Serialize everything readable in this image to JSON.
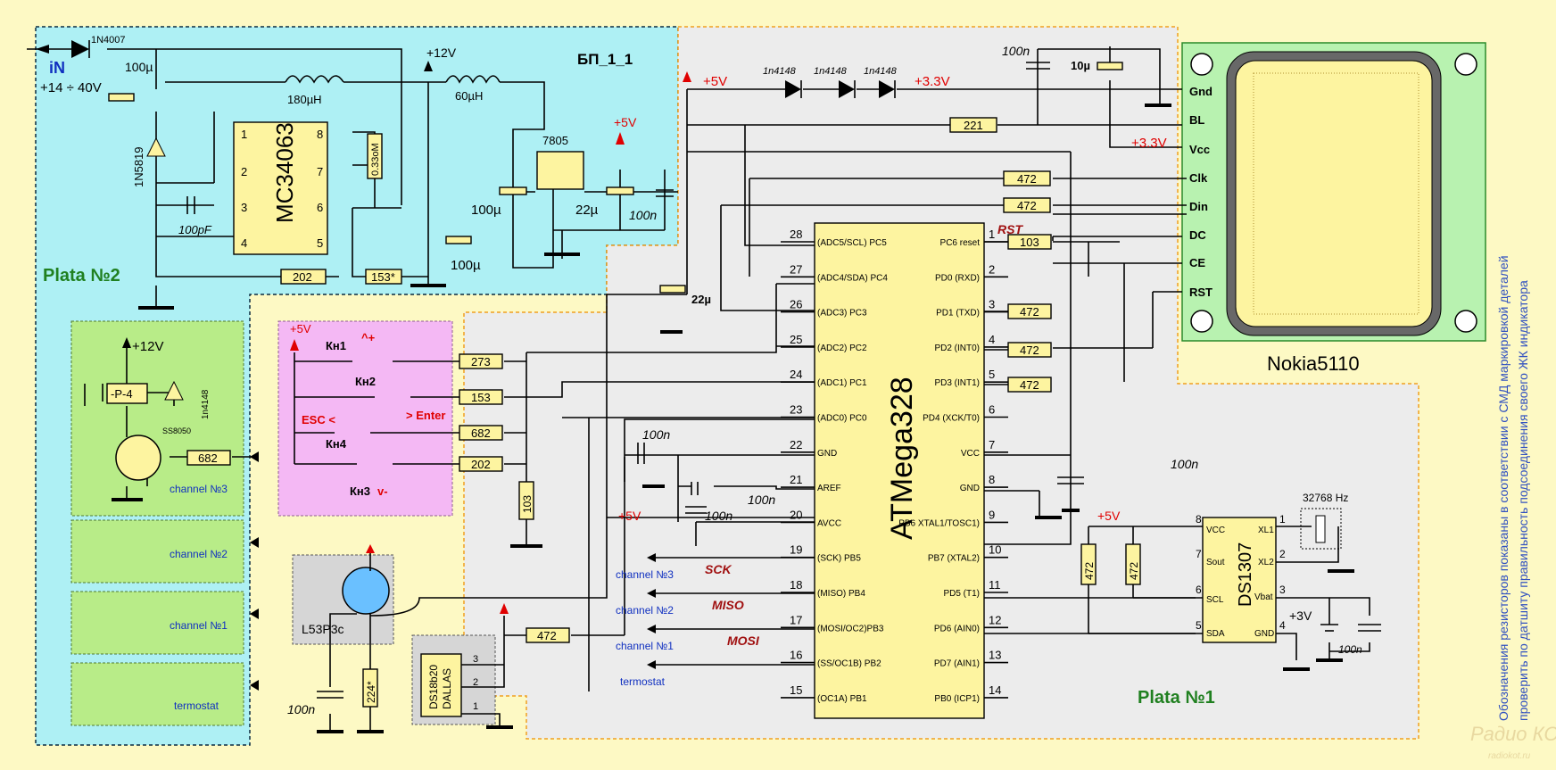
{
  "power_board": {
    "title": "БП_1_1",
    "input_label": "iN",
    "input_range": "+14 ÷ 40V",
    "diode_in": "1N4007",
    "cap_in": "100µ",
    "schottky": "1N5819",
    "ic": "MC34063",
    "ic_pins": [
      "1",
      "2",
      "3",
      "4",
      "8",
      "7",
      "6",
      "5"
    ],
    "inductor1": "180µH",
    "inductor2": "60µH",
    "rsense": "0.33oM",
    "cap_timing": "100pF",
    "cap_out": "100µ",
    "rail_12": "+12V",
    "res_a": "202",
    "res_b": "153*",
    "regulator": "7805",
    "rail_5": "+5V",
    "cap_reg_in": "100µ",
    "cap_reg_out": "22µ",
    "cap_reg_hf": "100n"
  },
  "plate2": {
    "title": "Plata №2",
    "rail": "+12V",
    "relay": "-P-4",
    "diode": "1n4148",
    "transistor": "SS8050",
    "res": "682",
    "channels": [
      "channel №3",
      "channel №2",
      "channel №1",
      "termostat"
    ]
  },
  "buttons": {
    "rail": "+5V",
    "keys": [
      "Кн1",
      "Кн2",
      "Кн4",
      "Кн3"
    ],
    "marks": [
      "^+",
      "> Enter",
      "ESC <",
      "v-"
    ],
    "res": [
      "273",
      "153",
      "682",
      "202"
    ],
    "pulldown": "103"
  },
  "sensor": {
    "name": "L53P3c",
    "cap": "100n",
    "res": "224*"
  },
  "ds18b20": {
    "name1": "DS18b20",
    "name2": "DALLAS",
    "pins": [
      "3",
      "2",
      "1"
    ],
    "res": "472"
  },
  "mcu": {
    "name": "ATMega328",
    "left_pins": [
      {
        "n": "28",
        "l": "(ADC5/SCL) PC5"
      },
      {
        "n": "27",
        "l": "(ADC4/SDA) PC4"
      },
      {
        "n": "26",
        "l": "(ADC3) PC3"
      },
      {
        "n": "25",
        "l": "(ADC2) PC2"
      },
      {
        "n": "24",
        "l": "(ADC1) PC1"
      },
      {
        "n": "23",
        "l": "(ADC0) PC0"
      },
      {
        "n": "22",
        "l": "GND"
      },
      {
        "n": "21",
        "l": "AREF"
      },
      {
        "n": "20",
        "l": "AVCC"
      },
      {
        "n": "19",
        "l": "(SCK) PB5"
      },
      {
        "n": "18",
        "l": "(MISO) PB4"
      },
      {
        "n": "17",
        "l": "(MOSI/OC2)PB3"
      },
      {
        "n": "16",
        "l": "(SS/OC1B) PB2"
      },
      {
        "n": "15",
        "l": "(OC1A) PB1"
      }
    ],
    "right_pins": [
      {
        "n": "1",
        "l": "PC6 reset"
      },
      {
        "n": "2",
        "l": "PD0 (RXD)"
      },
      {
        "n": "3",
        "l": "PD1 (TXD)"
      },
      {
        "n": "4",
        "l": "PD2 (INT0)"
      },
      {
        "n": "5",
        "l": "PD3 (INT1)"
      },
      {
        "n": "6",
        "l": "PD4 (XCK/T0)"
      },
      {
        "n": "7",
        "l": "VCC"
      },
      {
        "n": "8",
        "l": "GND"
      },
      {
        "n": "9",
        "l": "PB6 XTAL1/TOSC1)"
      },
      {
        "n": "10",
        "l": "PB7 (XTAL2)"
      },
      {
        "n": "11",
        "l": "PD5  (T1)"
      },
      {
        "n": "12",
        "l": "PD6  (AIN0)"
      },
      {
        "n": "13",
        "l": "PD7 (AIN1)"
      },
      {
        "n": "14",
        "l": "PB0 (ICP1)"
      }
    ],
    "rst_label": "RST",
    "rst_res": "103",
    "out_res": [
      "472",
      "472",
      "472"
    ],
    "cap_22": "22µ",
    "cap_gnd": "100n",
    "cap_aref": "100n",
    "cap_avcc": "100n",
    "cap_vcc": "100n",
    "rail_avcc": "+5V",
    "spi": [
      "SCK",
      "MISO",
      "MOSI"
    ],
    "spi_channels": [
      "channel №3",
      "channel №2",
      "channel №1",
      "termostat"
    ]
  },
  "lcd_supply": {
    "rail5": "+5V",
    "rail33": "+3.3V",
    "rail33b": "+3.3V",
    "diodes": [
      "1n4148",
      "1n4148",
      "1n4148"
    ],
    "cap1": "100n",
    "cap2": "10µ",
    "res_bl": "221",
    "res_lines": [
      "472",
      "472"
    ]
  },
  "lcd": {
    "name": "Nokia5110",
    "pins": [
      "Gnd",
      "BL",
      "Vcc",
      "Clk",
      "Din",
      "DC",
      "CE",
      "RST"
    ]
  },
  "rtc": {
    "name": "DS1307",
    "rail": "+5V",
    "left_pins": [
      {
        "n": "8",
        "l": "VCC"
      },
      {
        "n": "7",
        "l": "Sout"
      },
      {
        "n": "6",
        "l": "SCL"
      },
      {
        "n": "5",
        "l": "SDA"
      }
    ],
    "right_pins": [
      {
        "n": "1",
        "l": "XL1"
      },
      {
        "n": "2",
        "l": "XL2"
      },
      {
        "n": "3",
        "l": "Vbat"
      },
      {
        "n": "4",
        "l": "GND"
      }
    ],
    "pullups": [
      "472",
      "472"
    ],
    "crystal": "32768 Hz",
    "battery": "+3V",
    "cap": "100n"
  },
  "plate1": {
    "title": "Plata №1"
  },
  "side_note": {
    "line1": "Обозначения резисторов показаны в соответствии с СМД маркировкой деталей",
    "line2": "проверить по датшиту правильность подсоединения своего ЖК индикатора"
  },
  "watermark": {
    "text": "Радио КОТ",
    "url": "radiokot.ru"
  }
}
